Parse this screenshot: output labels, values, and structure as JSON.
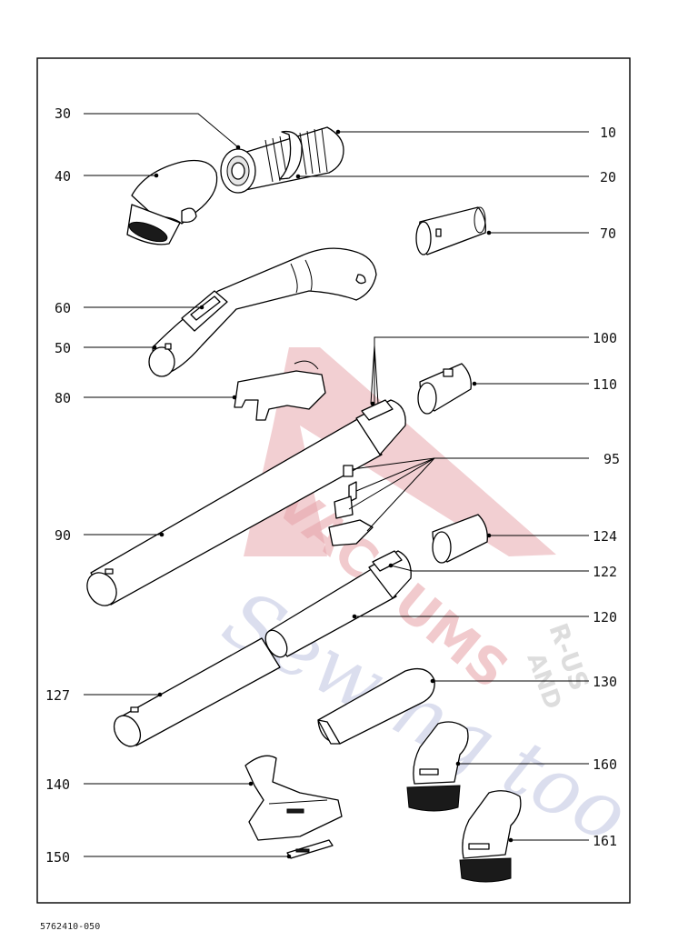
{
  "document_number": "5762410-050",
  "watermark": {
    "brand_line_1": "VACUUMS",
    "brand_line_2": "Sewing too",
    "brand_line_3": "R-US",
    "brand_line_4": "AND"
  },
  "callouts": [
    {
      "id": "10",
      "label": "10"
    },
    {
      "id": "20",
      "label": "20"
    },
    {
      "id": "30",
      "label": "30"
    },
    {
      "id": "40",
      "label": "40"
    },
    {
      "id": "50",
      "label": "50"
    },
    {
      "id": "60",
      "label": "60"
    },
    {
      "id": "70",
      "label": "70"
    },
    {
      "id": "80",
      "label": "80"
    },
    {
      "id": "90",
      "label": "90"
    },
    {
      "id": "95",
      "label": "95"
    },
    {
      "id": "100",
      "label": "100"
    },
    {
      "id": "110",
      "label": "110"
    },
    {
      "id": "120",
      "label": "120"
    },
    {
      "id": "122",
      "label": "122"
    },
    {
      "id": "124",
      "label": "124"
    },
    {
      "id": "127",
      "label": "127"
    },
    {
      "id": "130",
      "label": "130"
    },
    {
      "id": "140",
      "label": "140"
    },
    {
      "id": "150",
      "label": "150"
    },
    {
      "id": "160",
      "label": "160"
    },
    {
      "id": "161",
      "label": "161"
    }
  ]
}
